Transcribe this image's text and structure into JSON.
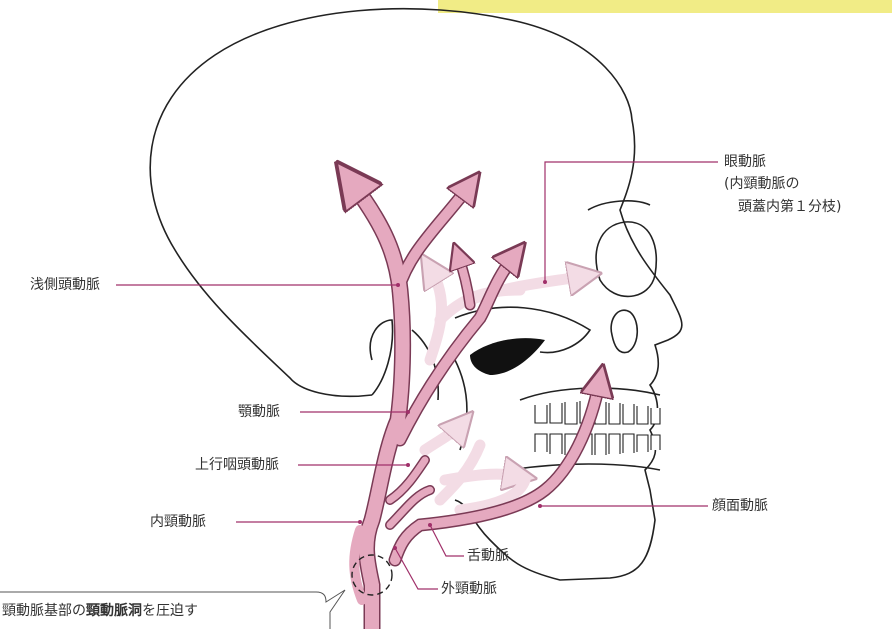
{
  "colors": {
    "artery": "#e5a9bf",
    "artery_stroke": "#7a3a55",
    "artery_faint": "#f3dce5",
    "leader": "#a0306a",
    "banner": "#f1ec86",
    "skull_stroke": "#222222"
  },
  "labels": {
    "ophthalmic_line1": "眼動脈",
    "ophthalmic_line2": "(内頸動脈の",
    "ophthalmic_line3": "頭蓋内第１分枝)",
    "superficial_temporal": "浅側頭動脈",
    "maxillary": "顎動脈",
    "ascending_pharyngeal": "上行咽頭動脈",
    "internal_carotid": "内頸動脈",
    "facial": "顔面動脈",
    "lingual": "舌動脈",
    "external_carotid": "外頸動脈"
  },
  "note": {
    "prefix": "頸動脈基部の",
    "bold": "頸動脈洞",
    "suffix": "を圧迫す"
  }
}
